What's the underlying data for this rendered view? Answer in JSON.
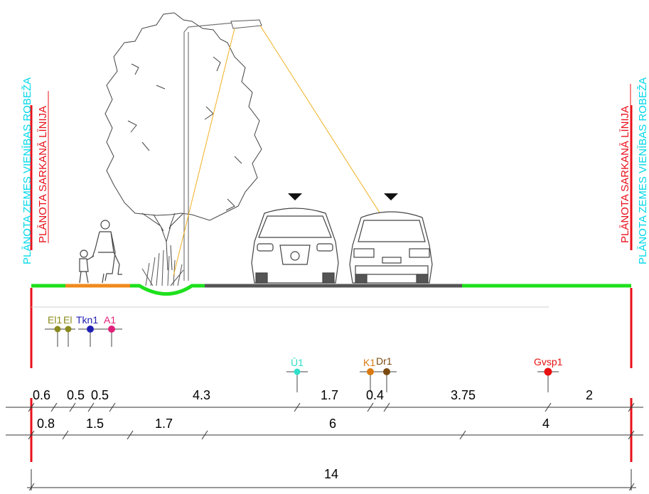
{
  "boundary_labels": {
    "left_outer": "PLĀNOTA ZEMES VIENĪBAS ROBEŽA",
    "left_inner": "PLĀNOTA SARKANĀ LĪNIJA",
    "right_inner": "PLĀNOTA SARKANĀ LĪNIJA",
    "right_outer": "PLĀNOTA ZEMES VIENĪBAS ROBEŽA"
  },
  "utilities": [
    {
      "label": "El1",
      "color": "#8b8b1e"
    },
    {
      "label": "El",
      "color": "#8b8b1e"
    },
    {
      "label": "Tkn1",
      "color": "#1f1fb4"
    },
    {
      "label": "A1",
      "color": "#e0207a"
    },
    {
      "label": "Ū1",
      "color": "#2fe0c8"
    },
    {
      "label": "K1",
      "color": "#d97a10"
    },
    {
      "label": "Dr1",
      "color": "#7a4a10"
    },
    {
      "label": "Gvsp1",
      "color": "#e81010"
    }
  ],
  "dimensions": {
    "row1": [
      "0.6",
      "0.5",
      "0.5",
      "4.3",
      "1.7",
      "0.4",
      "3.75",
      "2"
    ],
    "row2": [
      "0.8",
      "1.5",
      "1.7",
      "6",
      "4"
    ],
    "total": "14"
  },
  "colors": {
    "boundary": "#e8101a",
    "label_cyan": "#00d8e8",
    "green_strip": "#1ee01e",
    "sidewalk": "#f08a1e",
    "road": "#555555",
    "lamp_light": "#f0b020"
  }
}
